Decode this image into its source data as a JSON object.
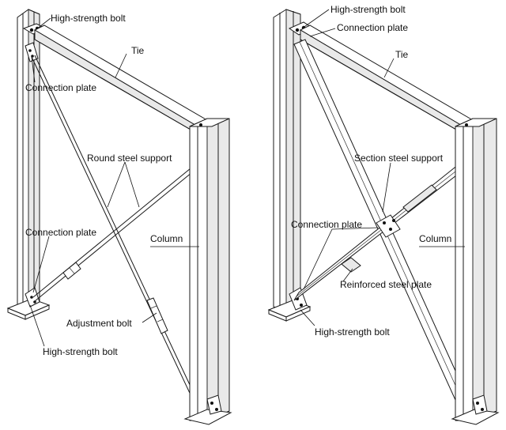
{
  "left_frame": {
    "labels": {
      "high_strength_bolt_top": "High-strength bolt",
      "tie": "Tie",
      "connection_plate_top": "Connection plate",
      "round_steel_support": "Round steel support",
      "connection_plate_bottom": "Connection plate",
      "column": "Column",
      "adjustment_bolt": "Adjustment bolt",
      "high_strength_bolt_bottom": "High-strength bolt"
    }
  },
  "right_frame": {
    "labels": {
      "high_strength_bolt_top": "High-strength bolt",
      "connection_plate_top": "Connection plate",
      "tie": "Tie",
      "section_steel_support": "Section steel support",
      "connection_plate_mid": "Connection plate",
      "column": "Column",
      "reinforced_steel_plate": "Reinforced steel plate",
      "high_strength_bolt_bottom": "High-strength bolt"
    }
  },
  "colors": {
    "line": "#1a1a1a",
    "background": "#ffffff",
    "shade": "#e9e9e9"
  }
}
